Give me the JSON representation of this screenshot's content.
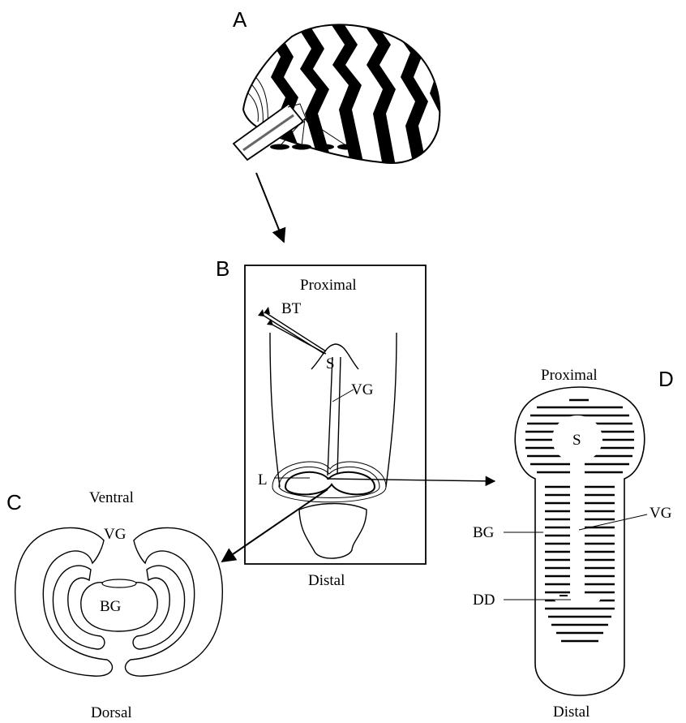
{
  "panels": {
    "a": "A",
    "b": "B",
    "c": "C",
    "d": "D"
  },
  "panel_b": {
    "proximal": "Proximal",
    "distal": "Distal",
    "bt": "BT",
    "s": "S",
    "vg": "VG",
    "l": "L"
  },
  "panel_c": {
    "ventral": "Ventral",
    "vg": "VG",
    "bg": "BG",
    "dorsal": "Dorsal"
  },
  "panel_d": {
    "proximal": "Proximal",
    "s": "S",
    "bg": "BG",
    "vg": "VG",
    "dd": "DD",
    "distal": "Distal"
  }
}
